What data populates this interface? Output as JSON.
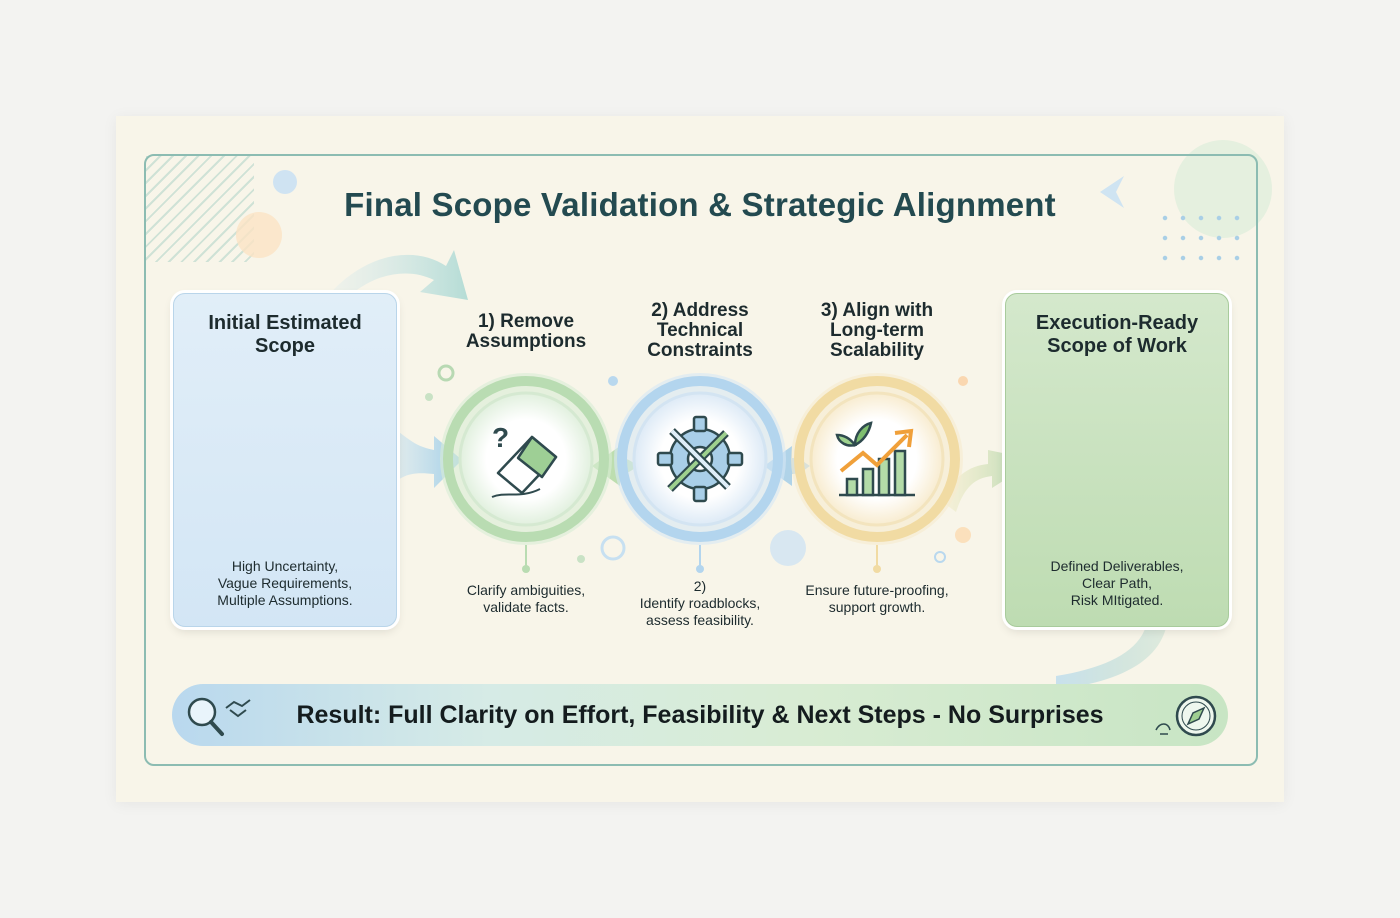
{
  "title": "Final Scope Validation & Strategic Alignment",
  "initial": {
    "title_lines": [
      "Initial Estimated",
      "Scope"
    ],
    "desc_lines": [
      "High Uncertainty,",
      "Vague Requirements,",
      "Multiple Assumptions."
    ]
  },
  "steps": [
    {
      "title_lines": [
        "1) Remove",
        "Assumptions"
      ],
      "desc_lines": [
        "Clarify ambiguities,",
        "validate facts."
      ],
      "icon": "eraser-icon",
      "color": "#a9d6a8"
    },
    {
      "title_lines": [
        "2) Address",
        "Technical",
        "Constraints"
      ],
      "desc_lines": [
        "2)",
        "Identify roadblocks,",
        "assess feasibility."
      ],
      "icon": "tools-gear-icon",
      "color": "#a8cdea"
    },
    {
      "title_lines": [
        "3) Align with",
        "Long-term",
        "Scalability"
      ],
      "desc_lines": [
        "Ensure future-proofing,",
        "support growth."
      ],
      "icon": "growth-chart-icon",
      "color": "#f3d99a"
    }
  ],
  "final": {
    "title_lines": [
      "Execution-Ready",
      "Scope of Work"
    ],
    "desc_lines": [
      "Defined Deliverables,",
      "Clear Path,",
      "Risk MItigated."
    ]
  },
  "result": "Result: Full Clarity on Effort, Feasibility & Next Steps - No Surprises",
  "colors": {
    "title": "#234a50",
    "frame": "#8cbcb2",
    "blue_box": "#d9eaf6",
    "green_box": "#c6e0bb",
    "check": "#2f8a5a"
  }
}
